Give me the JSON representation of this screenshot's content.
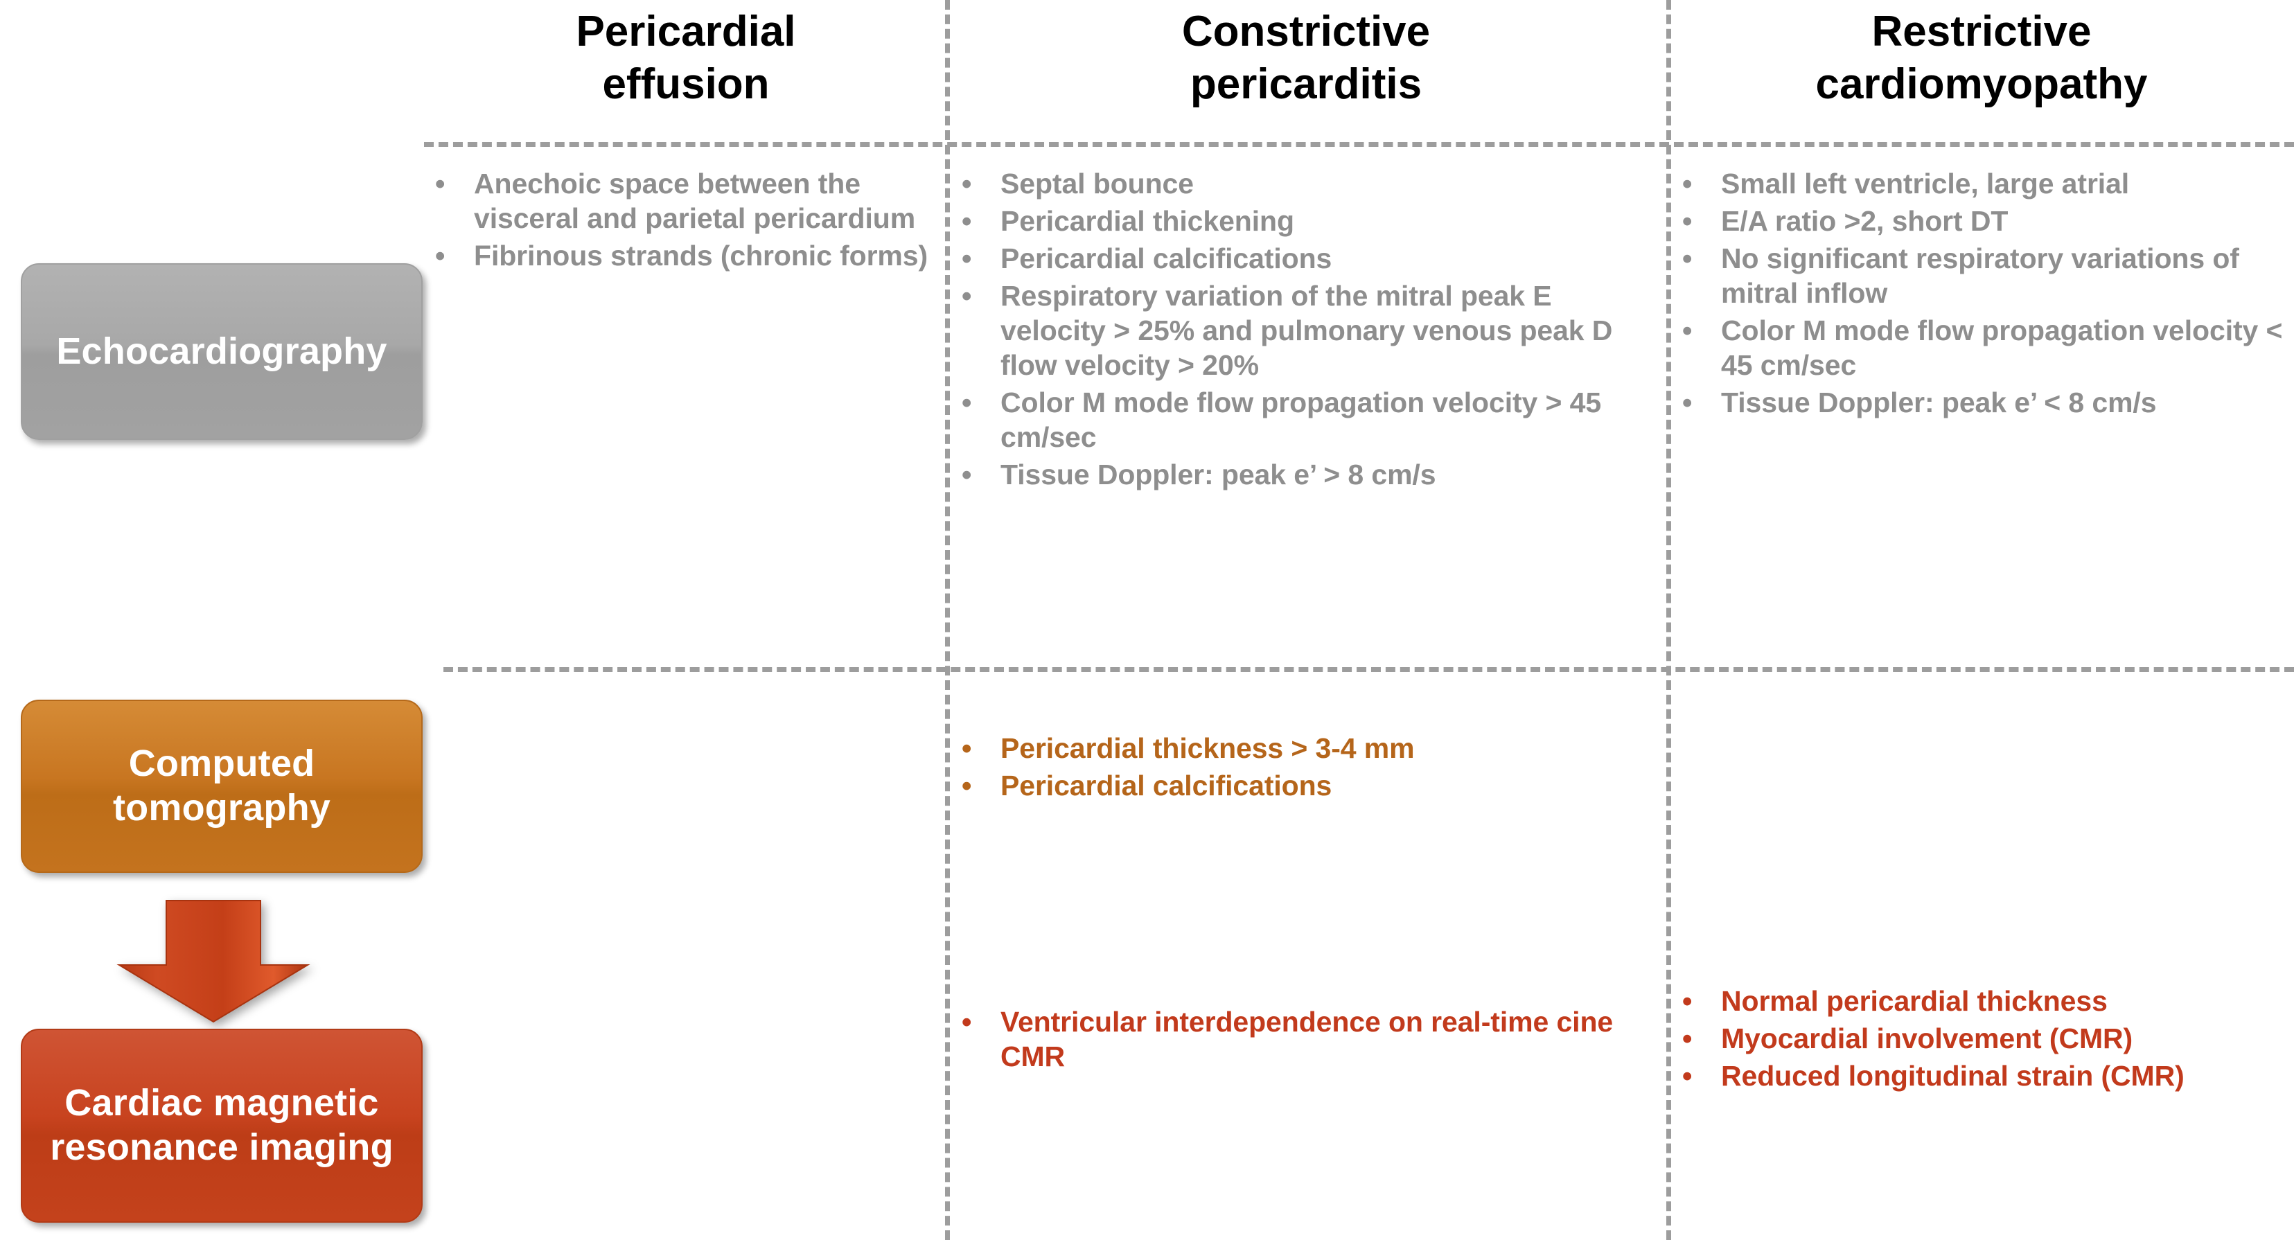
{
  "columns": {
    "effusion": {
      "title_line1": "Pericardial",
      "title_line2": "effusion"
    },
    "constrictive": {
      "title_line1": "Constrictive",
      "title_line2": "pericarditis"
    },
    "restrictive": {
      "title_line1": "Restrictive",
      "title_line2": "cardiomyopathy"
    }
  },
  "modalities": {
    "echocardiography": {
      "label": "Echocardiography",
      "color": "#a5a5a5"
    },
    "computed_tomography": {
      "label_line1": "Computed",
      "label_line2": "tomography",
      "color": "#c87621"
    },
    "cardiac_mri": {
      "label_line1": "Cardiac magnetic",
      "label_line2": "resonance imaging",
      "color": "#c8431f"
    }
  },
  "arrow": {
    "name": "down-arrow",
    "color": "#c0391b"
  },
  "bullet_glyph": "•",
  "rows": {
    "echocardiography": {
      "text_color": "#8e8e8e",
      "effusion": [
        "Anechoic space between the visceral and parietal pericardium",
        "Fibrinous strands (chronic forms)"
      ],
      "constrictive": [
        "Septal bounce",
        "Pericardial thickening",
        "Pericardial calcifications",
        "Respiratory variation of the mitral peak E velocity > 25% and pulmonary venous peak D flow velocity > 20%",
        "Color M mode flow propagation velocity > 45 cm/sec",
        "Tissue Doppler: peak e’ > 8 cm/s"
      ],
      "restrictive": [
        "Small left ventricle, large atrial",
        "E/A ratio >2, short DT",
        "No significant respiratory variations of mitral inflow",
        "Color M mode flow propagation velocity < 45 cm/sec",
        "Tissue Doppler: peak e’ < 8 cm/s"
      ]
    },
    "computed_tomography": {
      "text_color": "#b5651a",
      "effusion": [],
      "constrictive": [
        "Pericardial thickness > 3-4 mm",
        "Pericardial calcifications"
      ],
      "restrictive": []
    },
    "cardiac_mri": {
      "text_color": "#c23a1c",
      "effusion": [],
      "constrictive": [
        "Ventricular interdependence on real-time cine CMR"
      ],
      "restrictive": [
        "Normal pericardial thickness",
        "Myocardial involvement (CMR)",
        "Reduced longitudinal strain (CMR)"
      ]
    }
  }
}
